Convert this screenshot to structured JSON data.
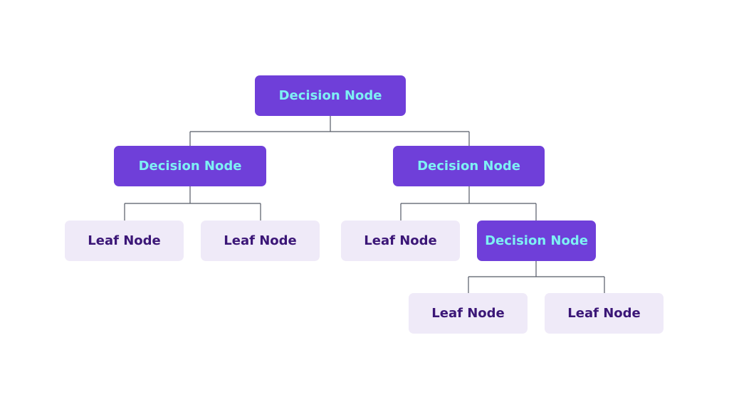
{
  "colors": {
    "background": "#ffffff",
    "decision_fill": "#6f3fd9",
    "decision_text": "#7ef0f4",
    "leaf_fill": "#efeaf8",
    "leaf_text": "#3b1677",
    "connector": "#555a66"
  },
  "tree": {
    "root": {
      "label": "Decision Node",
      "type": "decision"
    },
    "left_decision": {
      "label": "Decision Node",
      "type": "decision"
    },
    "right_decision": {
      "label": "Decision Node",
      "type": "decision"
    },
    "left_leaf_1": {
      "label": "Leaf Node",
      "type": "leaf"
    },
    "left_leaf_2": {
      "label": "Leaf Node",
      "type": "leaf"
    },
    "right_leaf_1": {
      "label": "Leaf Node",
      "type": "leaf"
    },
    "inner_decision": {
      "label": "Decision Node",
      "type": "decision"
    },
    "inner_leaf_1": {
      "label": "Leaf Node",
      "type": "leaf"
    },
    "inner_leaf_2": {
      "label": "Leaf Node",
      "type": "leaf"
    }
  }
}
